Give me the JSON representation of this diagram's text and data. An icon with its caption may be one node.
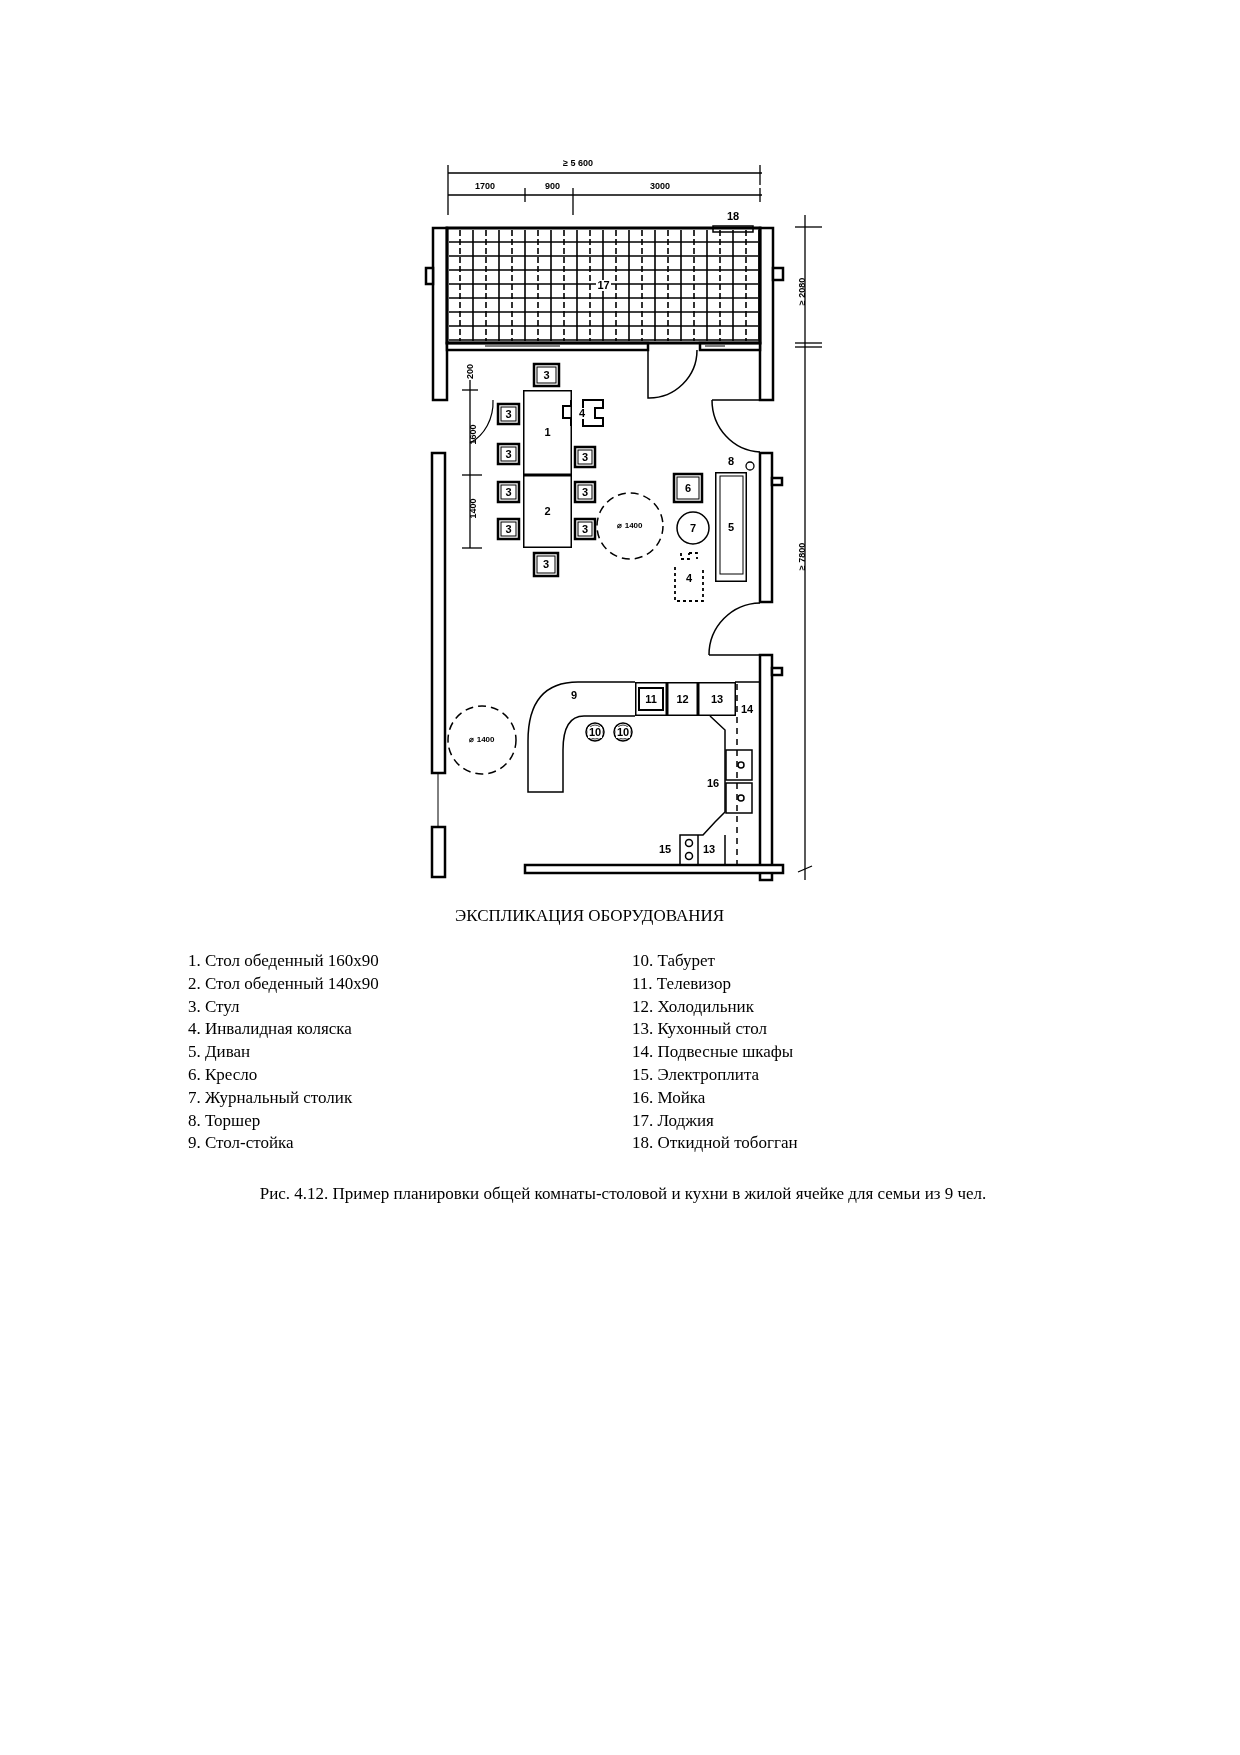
{
  "diagram": {
    "caption": "Рис. 4.12. Пример планировки общей комнаты-столовой и кухни в жилой ячейке для семьи из 9 чел.",
    "nodes": [
      {
        "text": [
          "17"
        ]
      },
      {
        "text": [
          "1"
        ]
      },
      {
        "text": [
          "2"
        ]
      },
      {
        "text": [
          "3"
        ]
      },
      {
        "text": [
          "3"
        ]
      },
      {
        "text": [
          "3"
        ]
      },
      {
        "text": [
          "3"
        ]
      },
      {
        "text": [
          "3"
        ]
      },
      {
        "text": [
          "3"
        ]
      },
      {
        "text": [
          "3"
        ]
      },
      {
        "text": [
          "3"
        ]
      },
      {
        "text": [
          "3"
        ]
      },
      {
        "text": [
          "4"
        ]
      },
      {
        "text": [
          "⌀ 1400"
        ]
      },
      {
        "text": [
          "6"
        ]
      },
      {
        "text": [
          "7"
        ]
      },
      {
        "text": [
          "5"
        ]
      },
      {
        "text": [
          "4"
        ]
      },
      {
        "text": [
          "9"
        ]
      },
      {
        "text": [
          "11"
        ]
      },
      {
        "text": [
          "12"
        ]
      },
      {
        "text": [
          "13"
        ]
      },
      {
        "text": [
          "10"
        ]
      },
      {
        "text": [
          "10"
        ]
      },
      {
        "text": [
          "⌀ 1400"
        ]
      }
    ],
    "labels": [
      "≥ 5 600",
      "1700",
      "900",
      "3000",
      "18",
      "≥ 2080",
      "200",
      "1600",
      "1400",
      "8",
      "≥ 7800",
      "14",
      "16",
      "15",
      "13",
      "ЭКСПЛИКАЦИЯ ОБОРУДОВАНИЯ",
      "1. Стол обеденный 160x90",
      "2. Стол обеденный 140x90",
      "3. Стул",
      "4. Инвалидная коляска",
      "5. Диван",
      "6. Кресло",
      "7. Журнальный столик",
      "8. Торшер",
      "9. Стол-стойка",
      "10. Табурет",
      "11. Телевизор",
      "12. Холодильник",
      "13. Кухонный стол",
      "14. Подвесные шкафы",
      "15. Электроплита",
      "16. Мойка",
      "17. Лоджия",
      "18. Откидной тобогган"
    ]
  }
}
